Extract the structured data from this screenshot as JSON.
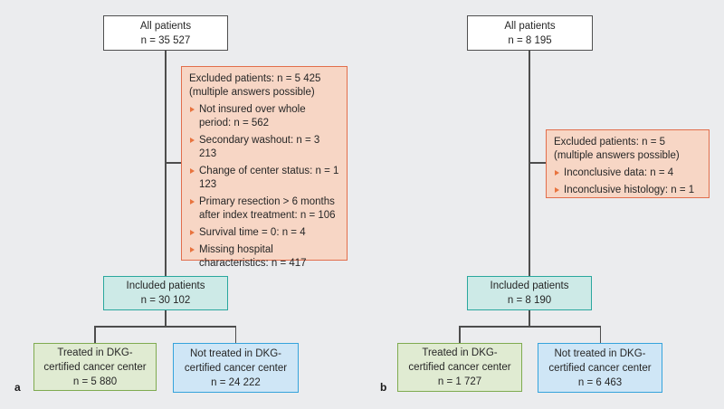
{
  "figure": {
    "description": "Patient flow diagram with two panels (a and b)",
    "colors": {
      "background": "#ebecee",
      "all_patients_box_border": "#4f4f4f",
      "excluded_box_fill": "#f7d6c5",
      "excluded_box_border": "#e26e4c",
      "bullet_triangle": "#e8733e",
      "included_box_fill": "#cdeae7",
      "included_box_border": "#2aa79e",
      "treated_box_fill": "#e0ebd2",
      "treated_box_border": "#7fab50",
      "not_treated_box_fill": "#cfe6f6",
      "not_treated_box_border": "#35a3dc",
      "connector_line": "#4d4d4d"
    },
    "panels": [
      {
        "label": "a",
        "all_patients": {
          "title": "All patients",
          "count": "n = 35 527"
        },
        "excluded": {
          "title": "Excluded patients: n = 5 425",
          "subtitle": "(multiple answers possible)",
          "items": [
            "Not insured over whole period: n = 562",
            "Secondary washout: n = 3 213",
            "Change of center status: n = 1 123",
            "Primary resection > 6 months after index treatment: n = 106",
            "Survival time = 0: n = 4",
            "Missing hospital characteristics: n = 417"
          ]
        },
        "included": {
          "title": "Included patients",
          "count": "n = 30 102"
        },
        "treated": {
          "line1": "Treated in DKG-",
          "line2": "certified cancer center",
          "count": "n = 5 880"
        },
        "not_treated": {
          "line1": "Not treated in DKG-",
          "line2": "certified cancer center",
          "count": "n = 24 222"
        }
      },
      {
        "label": "b",
        "all_patients": {
          "title": "All patients",
          "count": "n = 8 195"
        },
        "excluded": {
          "title": "Excluded patients: n = 5",
          "subtitle": "(multiple answers possible)",
          "items": [
            "Inconclusive data: n = 4",
            "Inconclusive histology: n = 1"
          ]
        },
        "included": {
          "title": "Included patients",
          "count": "n = 8 190"
        },
        "treated": {
          "line1": "Treated in DKG-",
          "line2": "certified cancer center",
          "count": "n = 1 727"
        },
        "not_treated": {
          "line1": "Not treated in DKG-",
          "line2": "certified cancer center",
          "count": "n = 6 463"
        }
      }
    ]
  }
}
